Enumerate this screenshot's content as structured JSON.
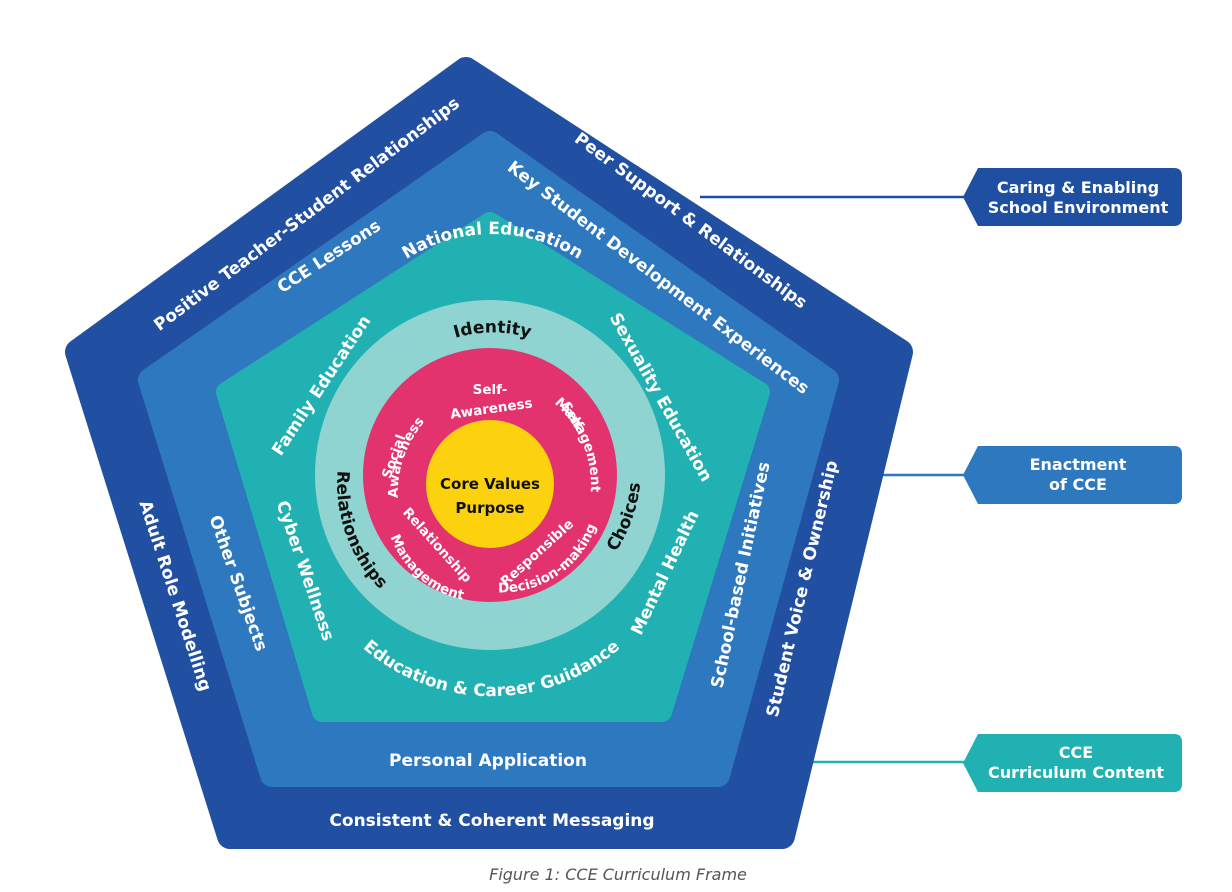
{
  "colors": {
    "outer": "#2150a3",
    "second": "#2e78bf",
    "third": "#22b1b3",
    "ring": "#8fd4d1",
    "inner": "#e3336f",
    "core": "#fcd10e",
    "line_dark": "#1f4fa0",
    "line_mid": "#2e78bf",
    "line_teal": "#22b1b3"
  },
  "outer": {
    "top_left": "Positive Teacher-Student Relationships",
    "top_right": "Peer Support & Relationships",
    "right": "Student Voice & Ownership",
    "bottom": "Consistent & Coherent Messaging",
    "left": "Adult Role Modelling"
  },
  "second": {
    "top_left": "CCE Lessons",
    "top_right": "Key Student Development Experiences",
    "right": "School-based Initiatives",
    "bottom": "Personal Application",
    "left": "Other Subjects"
  },
  "third": {
    "top": "National Education",
    "upper_left": "Family Education",
    "upper_right": "Sexuality Education",
    "lower_left": "Cyber Wellness",
    "lower_right": "Mental Health",
    "bottom": "Education & Career Guidance"
  },
  "ring": {
    "top": "Identity",
    "left": "Relationships",
    "right": "Choices"
  },
  "inner": {
    "self_awareness_1": "Self-",
    "self_awareness_2": "Awareness",
    "self_management_1": "Self-",
    "self_management_2": "Management",
    "social_awareness_1": "Social",
    "social_awareness_2": "Awareness",
    "relationship_management_1": "Relationship",
    "relationship_management_2": "Management",
    "decision_making_1": "Responsible",
    "decision_making_2": "Decision-making"
  },
  "core": {
    "line1": "Core Values",
    "line2": "Purpose"
  },
  "callouts": {
    "school_env_1": "Caring & Enabling",
    "school_env_2": "School Environment",
    "enactment_1": "Enactment",
    "enactment_2": "of CCE",
    "content_1": "CCE",
    "content_2": "Curriculum Content"
  },
  "caption": "Figure 1: CCE Curriculum Frame"
}
